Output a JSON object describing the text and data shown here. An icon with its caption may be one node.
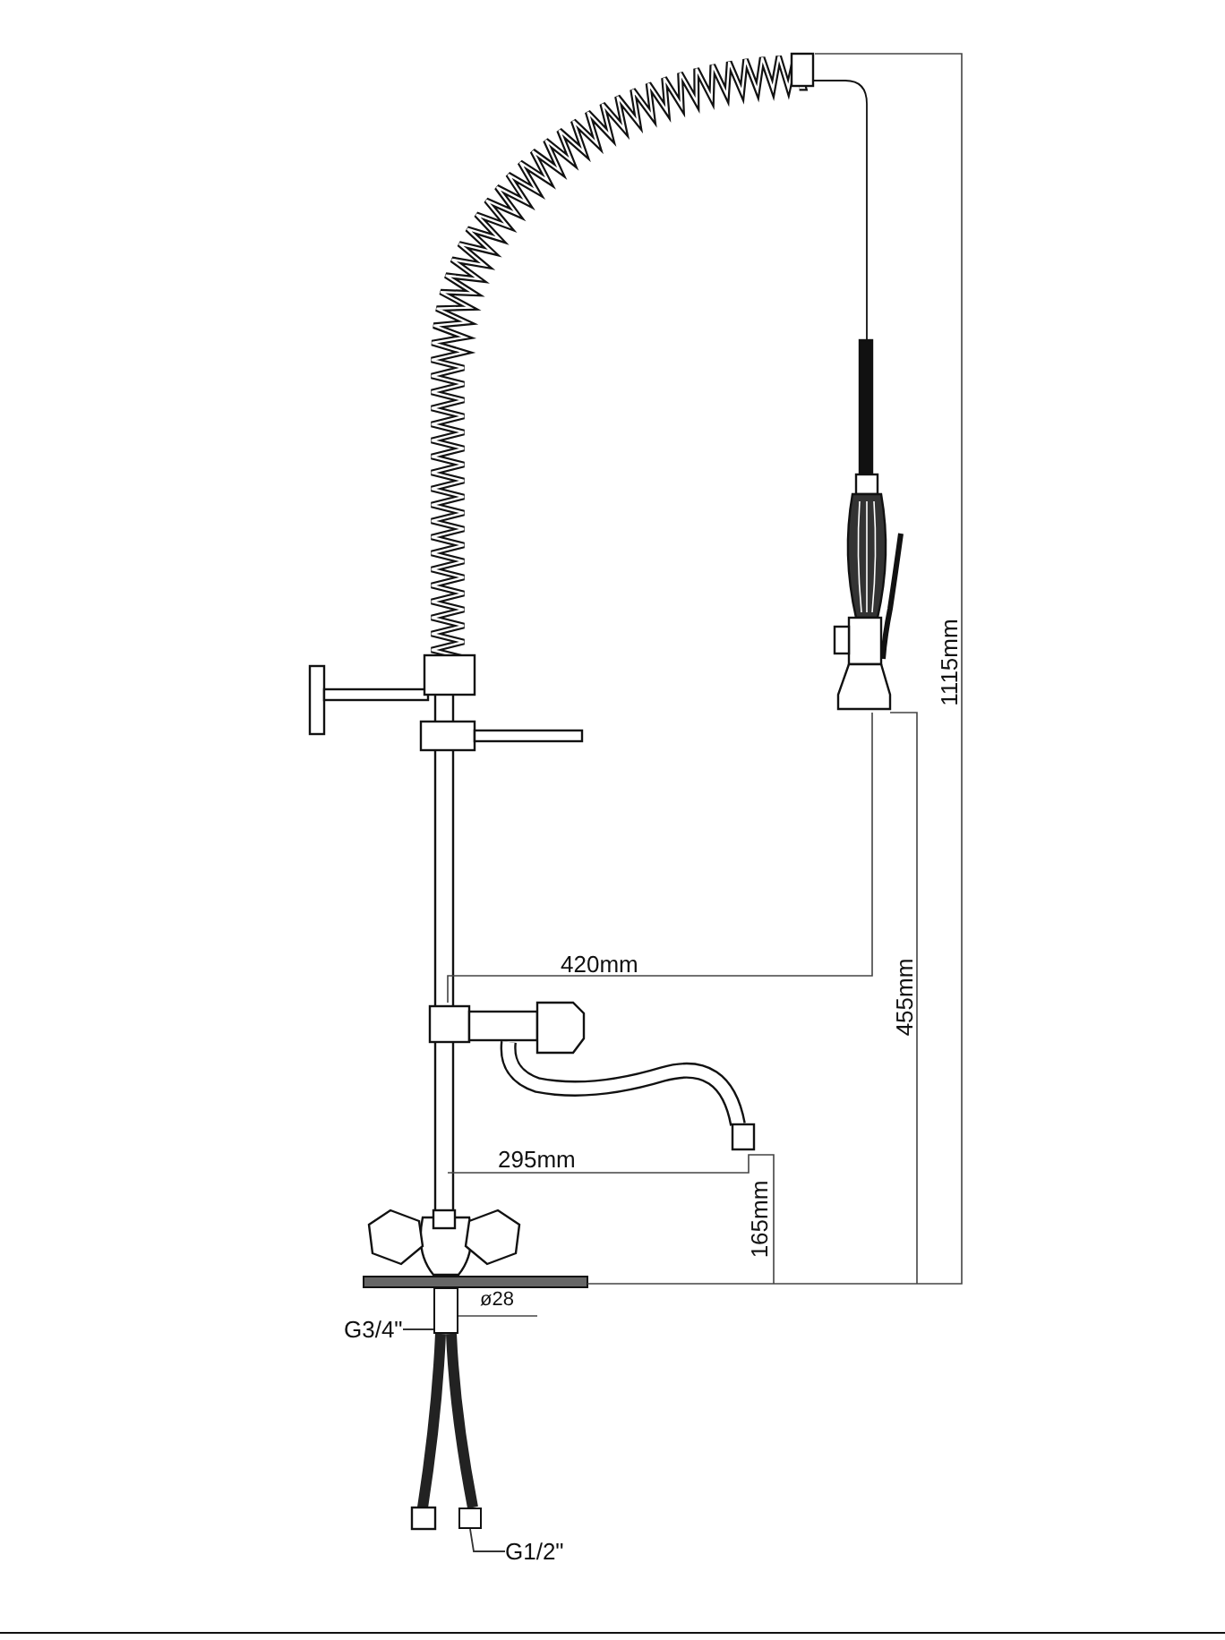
{
  "diagram": {
    "nodes": [
      {
        "text": [
          "G3/4\""
        ]
      },
      {
        "text": [],
        "shape": "box"
      },
      {
        "text": [
          "G1/2\""
        ]
      },
      {
        "text": [],
        "shape": "box"
      }
    ],
    "edges": [
      {
        "from": 0,
        "to": 1,
        "arrow": "none"
      },
      {
        "from": 2,
        "to": 3,
        "arrow": "none"
      }
    ],
    "labels": [
      "1115mm",
      "420mm",
      "455mm",
      "295mm",
      "165mm",
      "ø28"
    ]
  }
}
